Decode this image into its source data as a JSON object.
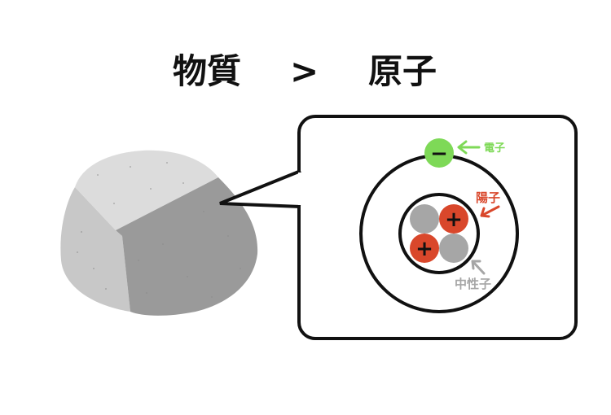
{
  "title": {
    "left": "物質",
    "separator": ">",
    "right": "原子"
  },
  "labels": {
    "electron": "電子",
    "proton": "陽子",
    "neutron": "中性子"
  },
  "symbols": {
    "minus": "−",
    "plus": "+"
  },
  "colors": {
    "electron": "#7ed957",
    "proton": "#d9472b",
    "neutron": "#a6a6a6",
    "outline": "#111111",
    "rock_light": "#dcdcdc",
    "rock_mid": "#c8c8c8",
    "rock_dark": "#9a9a9a"
  }
}
